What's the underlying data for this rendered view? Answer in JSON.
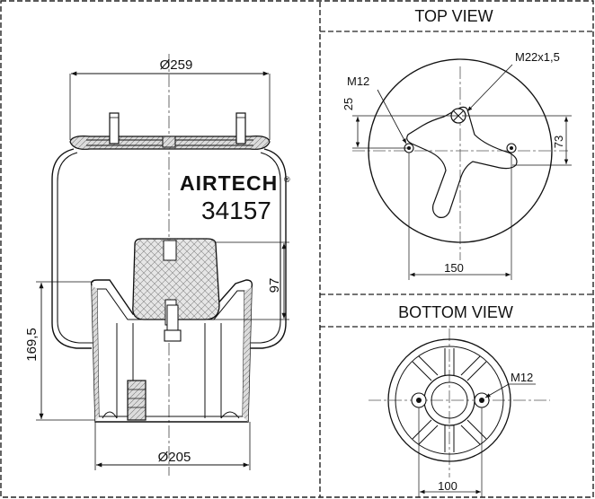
{
  "views": {
    "top": {
      "title": "TOP VIEW"
    },
    "bottom": {
      "title": "BOTTOM VIEW"
    }
  },
  "brand": {
    "name": "AIRTECH",
    "registered_mark": "®",
    "part_number": "34157"
  },
  "side_view": {
    "dims": {
      "top_diameter": "Ø259",
      "bottom_diameter": "Ø205",
      "piston_height": "169,5",
      "insert_height": "97"
    }
  },
  "top_view": {
    "dims": {
      "thread_large": "M22x1,5",
      "thread_small": "M12",
      "offset_vertical": "25",
      "offset_side": "73",
      "spacing": "150"
    }
  },
  "bottom_view": {
    "dims": {
      "thread": "M12",
      "spacing": "100"
    }
  }
}
